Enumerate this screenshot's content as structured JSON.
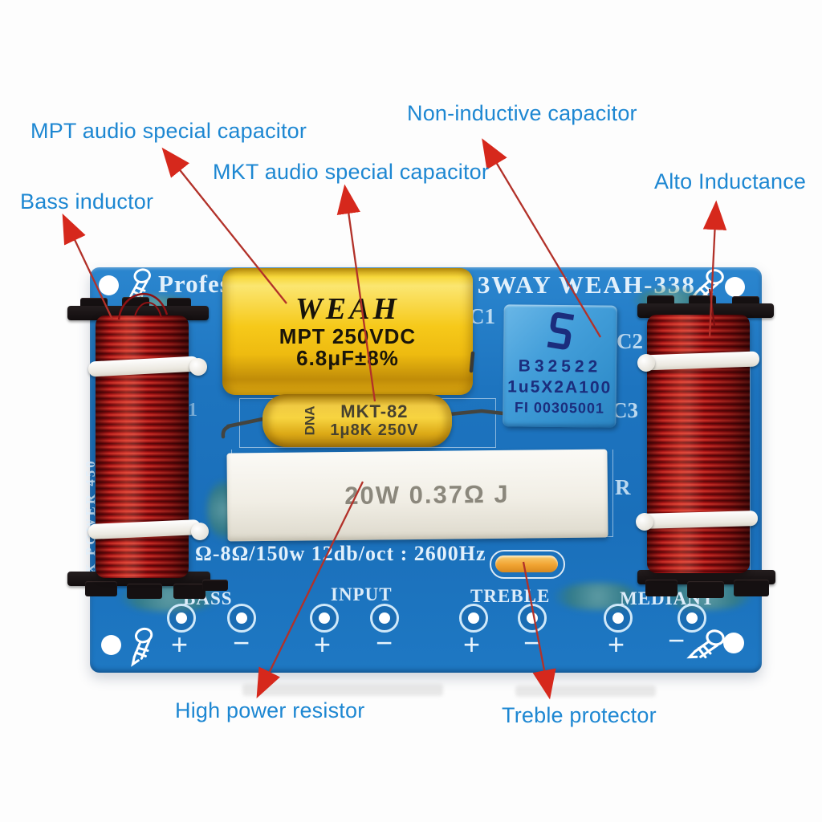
{
  "colors": {
    "label_blue": "#1d87d2",
    "arrow_red": "#d6281c",
    "board_blue": "#1d74bf",
    "capacitor_yellow": "#f2c41c",
    "film_cap_blue": "#3f9cd9",
    "coil_red": "#a81114",
    "resistor_white": "#efece4",
    "silkscreen_white": "#e2f0fb"
  },
  "annotations": [
    {
      "label": "MPT audio special capacitor"
    },
    {
      "label": "Non-inductive capacitor"
    },
    {
      "label": "MKT audio special capacitor"
    },
    {
      "label": "Alto Inductance"
    },
    {
      "label": "Bass inductor"
    },
    {
      "label": "High power resistor"
    },
    {
      "label": "Treble protector"
    }
  ],
  "board": {
    "title_left": "Profes",
    "title_right": "T 3WAY WEAH-338",
    "spec_line": "Ω-8Ω/150w 12db/oct : 2600Hz",
    "side_text": "AX POWER 450",
    "ref_labels": {
      "c1": "C1",
      "c2": "C2",
      "c3": "C3",
      "r": "R",
      "l1": "1"
    },
    "terminals": [
      {
        "label": "BASS"
      },
      {
        "label": "INPUT"
      },
      {
        "label": "TREBLE"
      },
      {
        "label": "MEDIANT"
      }
    ],
    "polarity": {
      "plus": "+",
      "minus": "−"
    }
  },
  "components": {
    "mpt_capacitor": {
      "brand": "WEAH",
      "line1": "MPT 250VDC",
      "line2": "6.8μF±8%"
    },
    "mkt_capacitor": {
      "side": "DNA",
      "line1": "MKT-82",
      "line2": "1μ8K 250V"
    },
    "film_capacitor": {
      "line1": "B32522",
      "line2": "1u5X2A100",
      "line3": "FI 00305001"
    },
    "power_resistor": {
      "marking": "20W 0.37Ω J"
    }
  },
  "icons": [
    "screw-icon",
    "mounting-hole",
    "epcos-logo-icon",
    "treble-protector-pill"
  ]
}
